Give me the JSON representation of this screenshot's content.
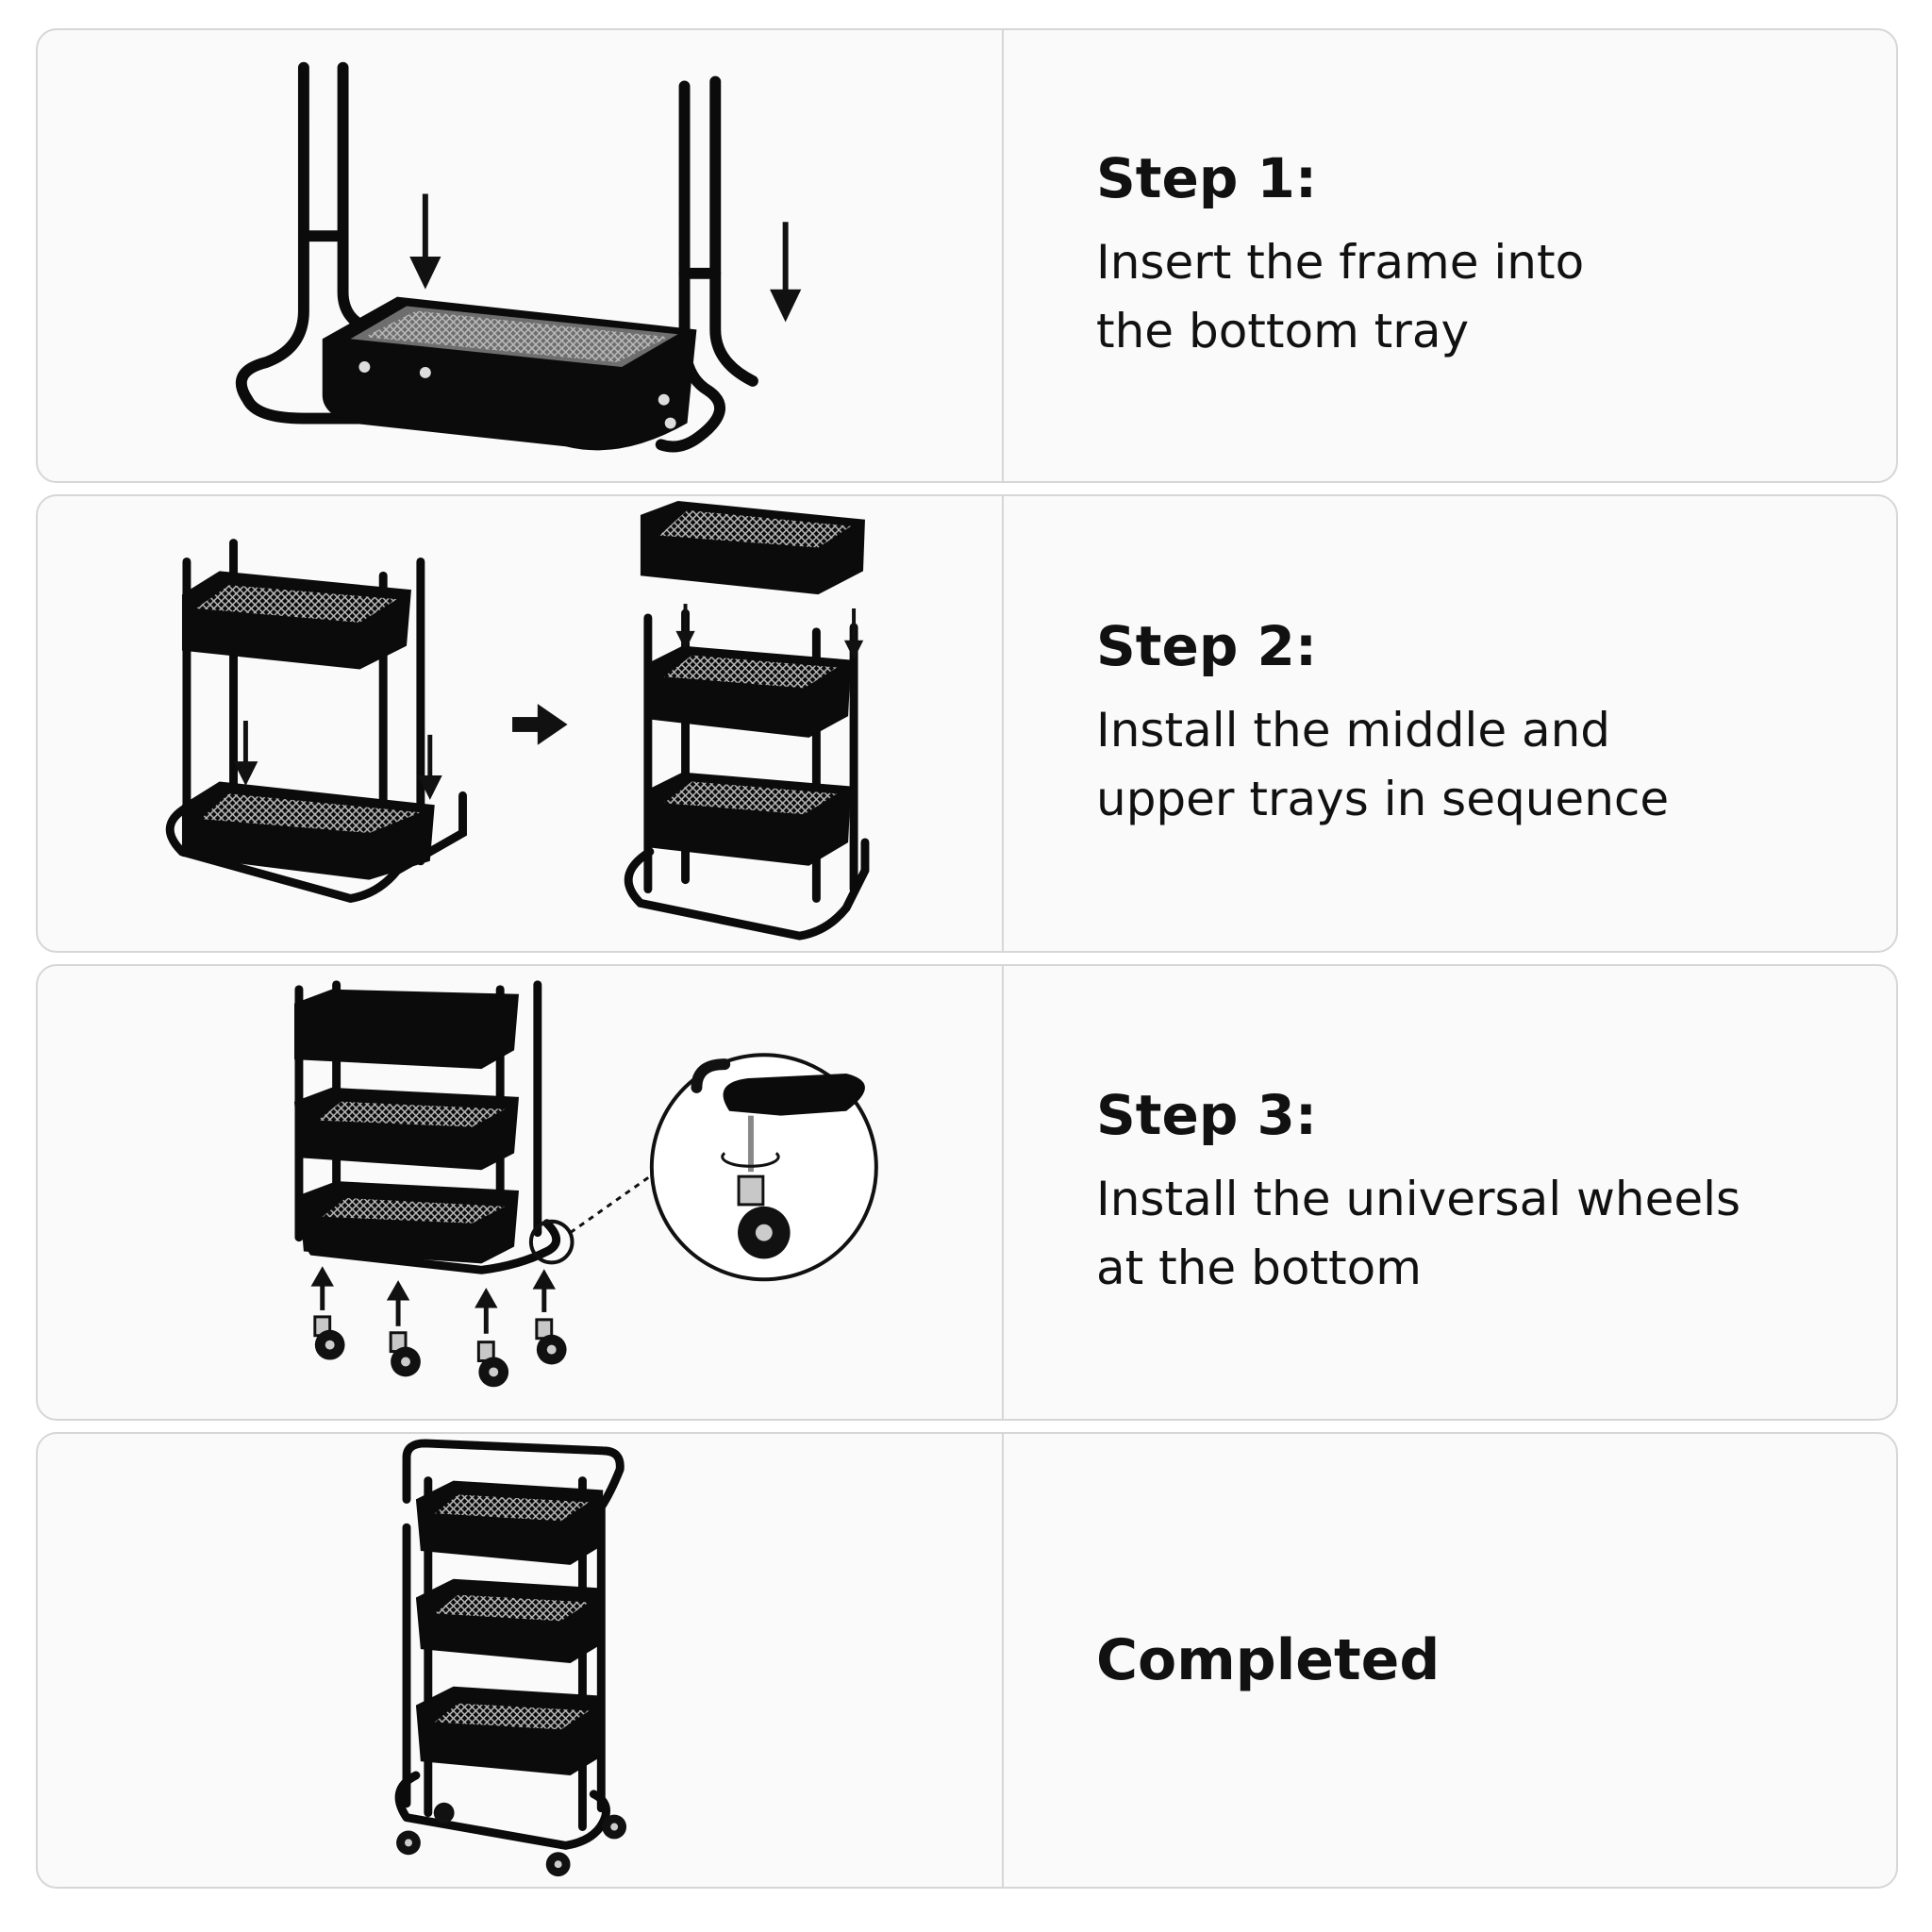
{
  "steps": [
    {
      "title": "Step 1:",
      "description": "Insert the frame into\nthe bottom tray"
    },
    {
      "title": "Step 2:",
      "description": "Install the middle and\nupper trays in sequence"
    },
    {
      "title": "Step 3:",
      "description": "Install the universal wheels\nat the bottom"
    },
    {
      "title": "Completed",
      "description": ""
    }
  ],
  "colors": {
    "frame": "#0b0b0b",
    "panel_border": "#d6d6d6",
    "mesh": "#8a8a8a",
    "wheel_hub": "#c8c8c8"
  }
}
